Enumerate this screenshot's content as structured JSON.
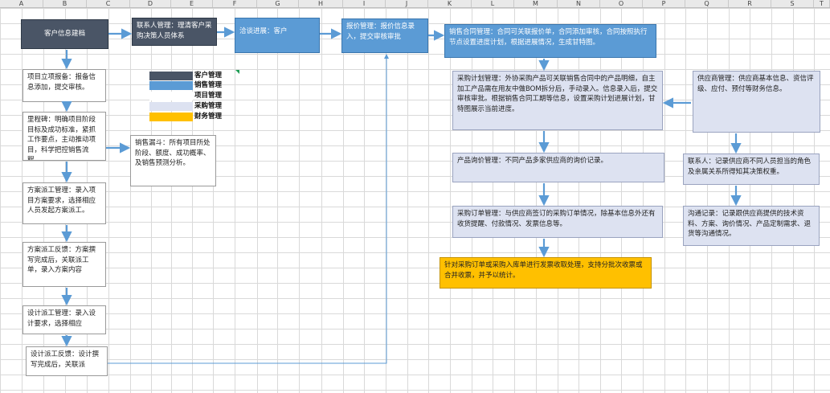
{
  "columns": [
    "A",
    "B",
    "C",
    "D",
    "E",
    "F",
    "G",
    "H",
    "I",
    "J",
    "K",
    "L",
    "M",
    "N",
    "O",
    "P",
    "Q",
    "R",
    "S",
    "T"
  ],
  "colors": {
    "customer": "#4a5566",
    "sales": "#5b9bd5",
    "project": "#ffffff",
    "purchase": "#dde2f1",
    "finance": "#ffc000",
    "arrow": "#5b9bd5"
  },
  "legend": [
    {
      "label": "客户管理",
      "key": "customer"
    },
    {
      "label": "销售管理",
      "key": "sales"
    },
    {
      "label": "项目管理",
      "key": "project"
    },
    {
      "label": "采购管理",
      "key": "purchase"
    },
    {
      "label": "财务管理",
      "key": "finance"
    }
  ],
  "boxes": {
    "customer_info": "客户信息建档",
    "contact_mgmt": "联系人管理：理清客户采购决策人员体系",
    "negotiation": "洽谈进展：客户",
    "quote_mgmt": "报价管理：报价信息录入，提交审核审批",
    "sales_contract": "销售合同管理：合同可关联报价单，合同添加审核，合同按照执行节点设置进度计划，根据进展情况，生成甘特图。",
    "project_setup": "项目立项报备：报备信息添加，提交审核。",
    "milestone": "里程碑：明确项目阶段目标及成功标准，紧抓工作要点，主动推动项目，科学把控销售流程。",
    "sales_funnel": "销售漏斗：所有项目所处阶段、额度、成功概率、及销售预测分析。",
    "plan_dispatch": "方案派工管理：录入项目方案要求，选择相应人员发起方案派工。",
    "plan_feedback": "方案派工反馈：方案撰写完成后，关联派工单，录入方案内容",
    "design_dispatch": "设计派工管理：录入设计要求，选择相应",
    "design_feedback": "设计派工反馈：设计撰写完成后，关联派",
    "purchase_plan": "采购计划管理：外协采购产品可关联销售合同中的产品明细，自主加工产品需在用友中做BOM拆分后，手动录入。信息录入后，提交审核审批。根据销售合同工期等信息，设置采购计划进展计划，甘特图展示当前进度。",
    "supplier_mgmt": "供应商管理：供应商基本信息、资信评级、应付、预付等财务信息。",
    "inquiry_mgmt": "产品询价管理：不同产品多家供应商的询价记录。",
    "supplier_contacts": "联系人：记录供应商不同人员担当的角色及亲属关系所得知其决策权重。",
    "purchase_order": "采购订单管理：与供应商签订的采购订单情况，除基本信息外还有收货提醒、付款情况、发票信息等。",
    "communication": "沟通记录：记录跟供应商提供的技术资料、方案、询价情况、产品定制需求、退货等沟通情况。",
    "invoice_mgmt": "针对采购订单或采购入库单进行发票收取处理，支持分批次收票或合并收票，并予以统计。"
  }
}
